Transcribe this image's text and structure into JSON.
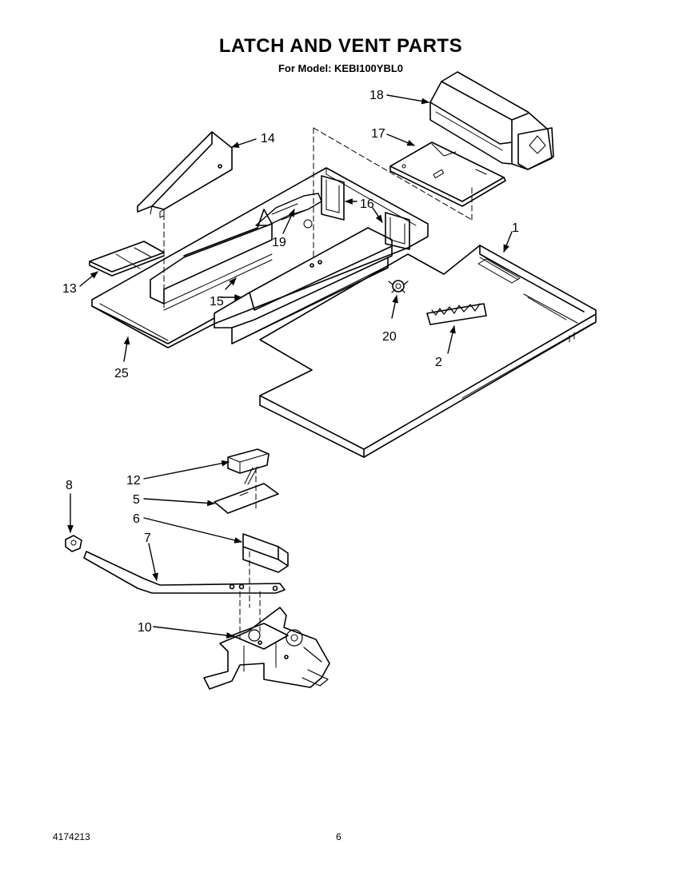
{
  "title": "LATCH AND VENT PARTS",
  "subtitle": "For Model: KEBI100YBL0",
  "footer": {
    "doc_number": "4174213",
    "page_number": "6"
  },
  "callouts": {
    "c1": "1",
    "c2": "2",
    "c5": "5",
    "c6": "6",
    "c7": "7",
    "c8": "8",
    "c10": "10",
    "c12": "12",
    "c13": "13",
    "c14": "14",
    "c15": "15",
    "c16": "16",
    "c17": "17",
    "c18": "18",
    "c19": "19",
    "c20": "20",
    "c25": "25"
  }
}
